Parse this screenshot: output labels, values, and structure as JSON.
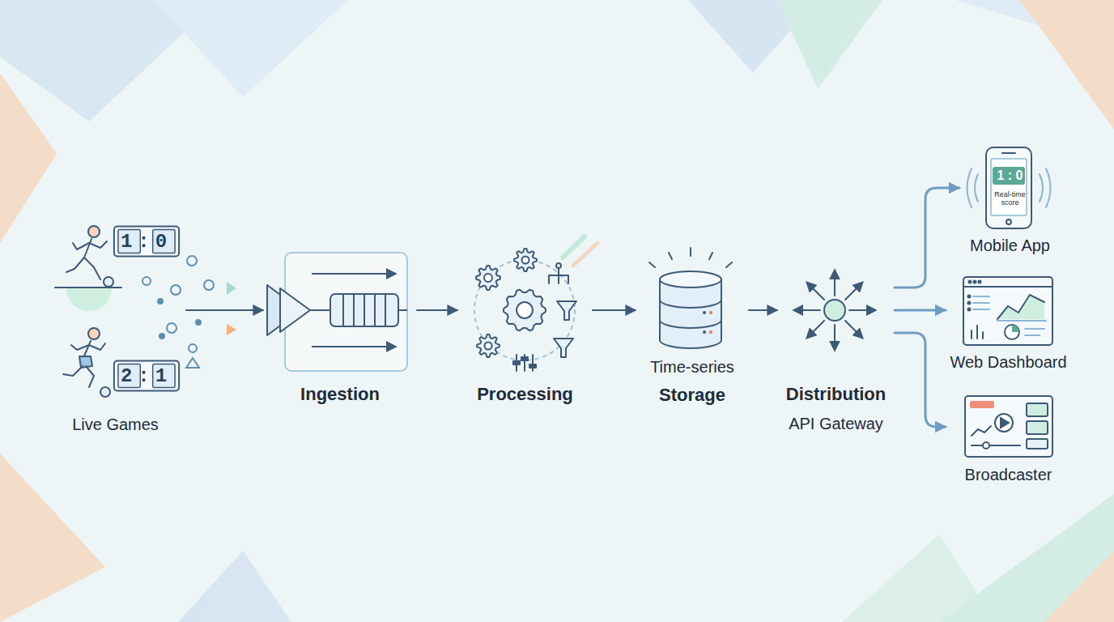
{
  "diagram": {
    "nodes": [
      {
        "text": [
          "Live Games"
        ]
      },
      {
        "text": [
          "Ingestion"
        ]
      },
      {
        "text": [
          "Processing"
        ]
      },
      {
        "text": [
          "Time-series",
          "Storage"
        ]
      },
      {
        "text": [
          "Distribution",
          "API Gateway"
        ]
      },
      {
        "text": [
          "1 : 0",
          "Real-time score",
          "Mobile App"
        ]
      },
      {
        "text": [
          "Web Dashboard"
        ]
      },
      {
        "text": [
          "Broadcaster"
        ]
      }
    ],
    "edges": [
      {
        "from": 0,
        "to": 1,
        "arrow": "to"
      },
      {
        "from": 1,
        "to": 2,
        "arrow": "to"
      },
      {
        "from": 2,
        "to": 3,
        "arrow": "to"
      },
      {
        "from": 3,
        "to": 4,
        "arrow": "to"
      },
      {
        "from": 4,
        "to": 5,
        "arrow": "to"
      },
      {
        "from": 4,
        "to": 6,
        "arrow": "to"
      },
      {
        "from": 4,
        "to": 7,
        "arrow": "to"
      }
    ],
    "labels": [
      "1:0",
      "2:1"
    ]
  }
}
